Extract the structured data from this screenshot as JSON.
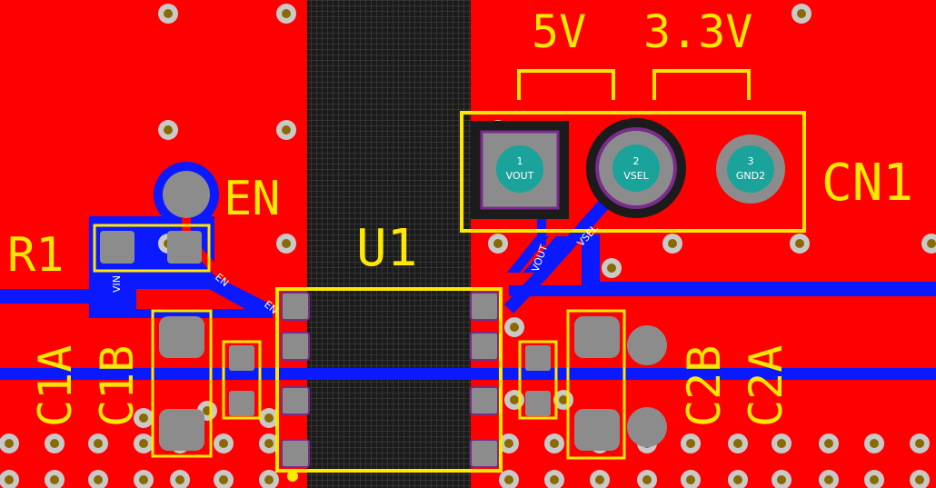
{
  "colors": {
    "copper_top": "#ff0000",
    "copper_bottom": "#0a19ff",
    "silkscreen": "#ffe800",
    "pad": "#8c8c8c",
    "pad_teal": "#1aa39a",
    "keepout_hatch": "#3a3a3a",
    "via_ring": "#c9c9c9",
    "via_hole": "#8a6a00",
    "pin_outline": "#7a2b8c"
  },
  "silkscreen": {
    "label_5v": "5V",
    "label_3v3": "3.3V",
    "label_en": "EN",
    "label_r1": "R1",
    "label_u1": "U1",
    "label_cn1": "CN1",
    "label_c1a": "C1A",
    "label_c1b": "C1B",
    "label_c2b": "C2B",
    "label_c2a": "C2A"
  },
  "connector_cn1": {
    "pins": [
      {
        "number": "1",
        "name": "VOUT"
      },
      {
        "number": "2",
        "name": "VSEL"
      },
      {
        "number": "3",
        "name": "GND2"
      }
    ]
  },
  "net_labels": {
    "vin": "VIN",
    "en": "EN",
    "en_pin": "EN",
    "vsel": "VSEL",
    "vout": "VOUT"
  }
}
